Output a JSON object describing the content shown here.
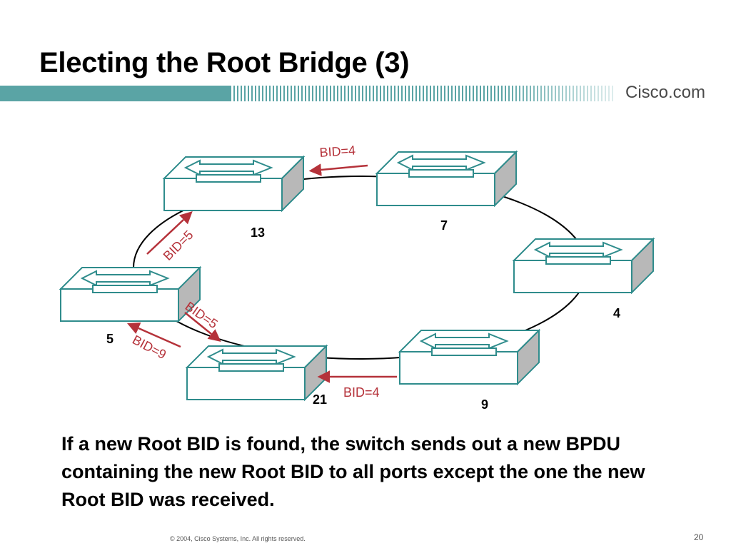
{
  "slide": {
    "title": "Electing the Root Bridge (3)",
    "brand": "Cisco.com",
    "body": "If a new Root BID is found, the switch sends out a new BPDU containing the new Root BID to all ports except the one the new Root BID was received.",
    "footer": "© 2004, Cisco Systems, Inc. All rights reserved.",
    "page_number": "20"
  },
  "diagram": {
    "switch_labels": {
      "top_left": "13",
      "top_right": "7",
      "right": "4",
      "left": "5",
      "bottom_left": "21",
      "bottom_right": "9"
    },
    "bpdu_labels": {
      "top": "BID=4",
      "upper_left": "BID=5",
      "middle_left": "BID=5",
      "lower_left": "BID=9",
      "bottom": "BID=4"
    }
  },
  "colors": {
    "teal": "#2f8c8c",
    "brand_bar": "#5aa4a5",
    "bpdu_red": "#b5323a",
    "switch_side": "#b8b8b8"
  }
}
